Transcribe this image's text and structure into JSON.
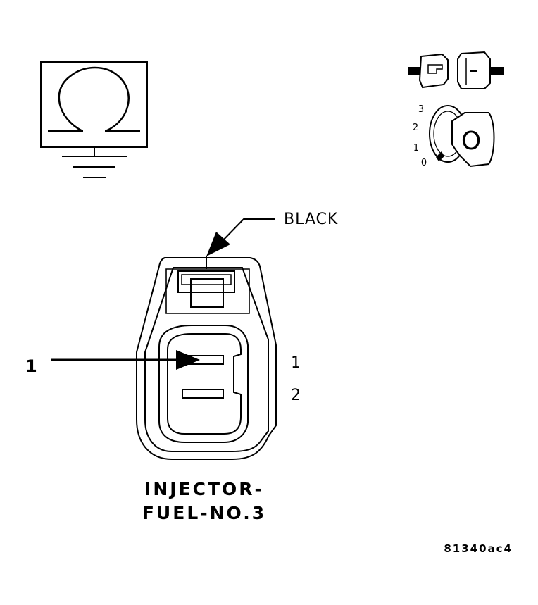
{
  "colors": {
    "ink": "#000000",
    "paper": "#ffffff"
  },
  "icons": {
    "ohm_meter": "ohm-meter-icon",
    "ground": "ground-icon",
    "connector_disconnect": "connector-disconnect-icon",
    "ignition_key": "ignition-key-icon"
  },
  "ignition": {
    "positions": [
      "3",
      "2",
      "1",
      "0"
    ],
    "key_letter": "O"
  },
  "connector": {
    "color_label": "BLACK",
    "pin_labels": [
      "1",
      "2"
    ]
  },
  "callout": {
    "number": "1"
  },
  "title": {
    "line1": "INJECTOR-",
    "line2": "FUEL-NO.3"
  },
  "figure_code": "81340ac4"
}
